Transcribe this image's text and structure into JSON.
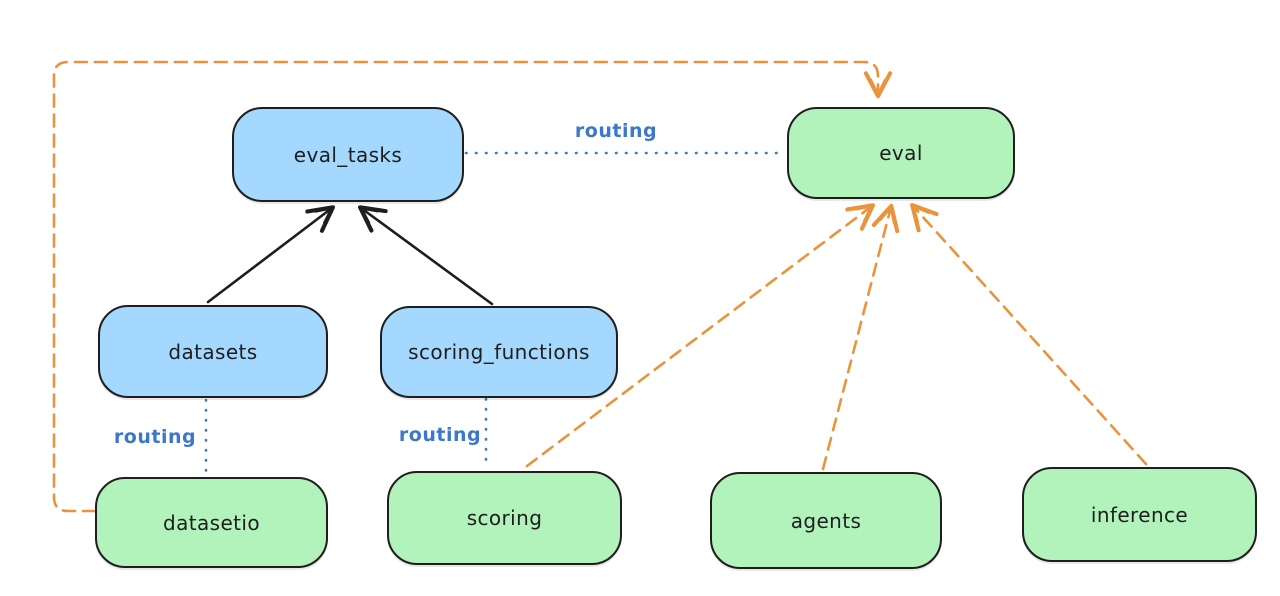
{
  "diagram": {
    "colors": {
      "background": "#ffffff",
      "ink": "#1e1e1e",
      "api_fill": "#a5d8ff",
      "provider_fill": "#b2f2bb",
      "routing_blue": "#3c78c8",
      "orange": "#e9943c"
    },
    "nodes": [
      {
        "id": "eval_tasks",
        "label": "eval_tasks",
        "kind": "api"
      },
      {
        "id": "eval",
        "label": "eval",
        "kind": "provider"
      },
      {
        "id": "datasets",
        "label": "datasets",
        "kind": "api"
      },
      {
        "id": "scoring_functions",
        "label": "scoring_functions",
        "kind": "api"
      },
      {
        "id": "datasetio",
        "label": "datasetio",
        "kind": "provider"
      },
      {
        "id": "scoring",
        "label": "scoring",
        "kind": "provider"
      },
      {
        "id": "agents",
        "label": "agents",
        "kind": "provider"
      },
      {
        "id": "inference",
        "label": "inference",
        "kind": "provider"
      }
    ],
    "edge_labels": [
      {
        "id": "routing-eval-tasks-to-eval",
        "text": "routing"
      },
      {
        "id": "routing-datasets-to-datasetio",
        "text": "routing"
      },
      {
        "id": "routing-scoring-fns-to-scoring",
        "text": "routing"
      }
    ],
    "edges": [
      {
        "from": "datasets",
        "to": "eval_tasks",
        "style": "solid-arrow",
        "color": "ink"
      },
      {
        "from": "scoring_functions",
        "to": "eval_tasks",
        "style": "solid-arrow",
        "color": "ink"
      },
      {
        "from": "eval_tasks",
        "to": "eval",
        "style": "dotted",
        "color": "routing_blue",
        "label": "routing"
      },
      {
        "from": "datasets",
        "to": "datasetio",
        "style": "dotted",
        "color": "routing_blue",
        "label": "routing"
      },
      {
        "from": "scoring_functions",
        "to": "scoring",
        "style": "dotted",
        "color": "routing_blue",
        "label": "routing"
      },
      {
        "from": "datasetio",
        "to": "eval",
        "style": "dashed-arrow",
        "color": "orange"
      },
      {
        "from": "scoring",
        "to": "eval",
        "style": "dashed-arrow",
        "color": "orange"
      },
      {
        "from": "agents",
        "to": "eval",
        "style": "dashed-arrow",
        "color": "orange"
      },
      {
        "from": "inference",
        "to": "eval",
        "style": "dashed-arrow",
        "color": "orange"
      }
    ]
  }
}
